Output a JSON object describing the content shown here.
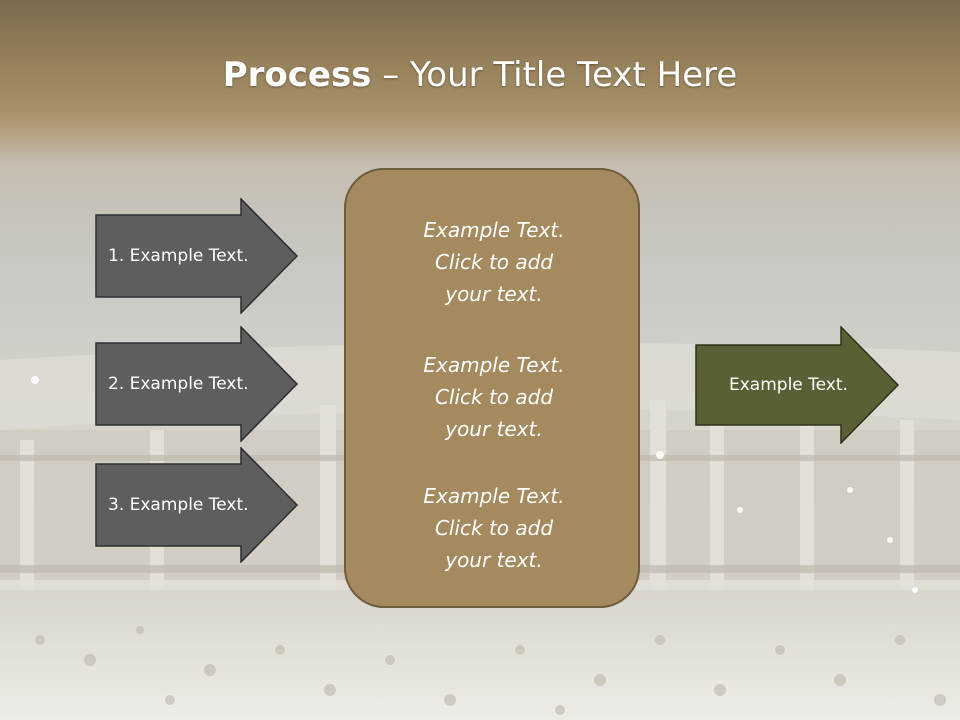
{
  "slide": {
    "title_bold": "Process",
    "title_rest": " – Your Title Text Here",
    "left_arrows": [
      {
        "label": "1. Example Text."
      },
      {
        "label": "2. Example Text."
      },
      {
        "label": "3. Example Text."
      }
    ],
    "center_box": {
      "items": [
        "Example Text.\nClick  to add\nyour text.",
        "Example Text.\nClick  to add\nyour text.",
        "Example Text.\nClick  to add\nyour text."
      ]
    },
    "right_arrow": {
      "label": "Example Text."
    }
  },
  "colors": {
    "left_arrow_fill": "#5e5e5e",
    "right_arrow_fill": "#5c5f35",
    "center_box_fill": "#a48a5e",
    "header_band": "#8d7753"
  }
}
